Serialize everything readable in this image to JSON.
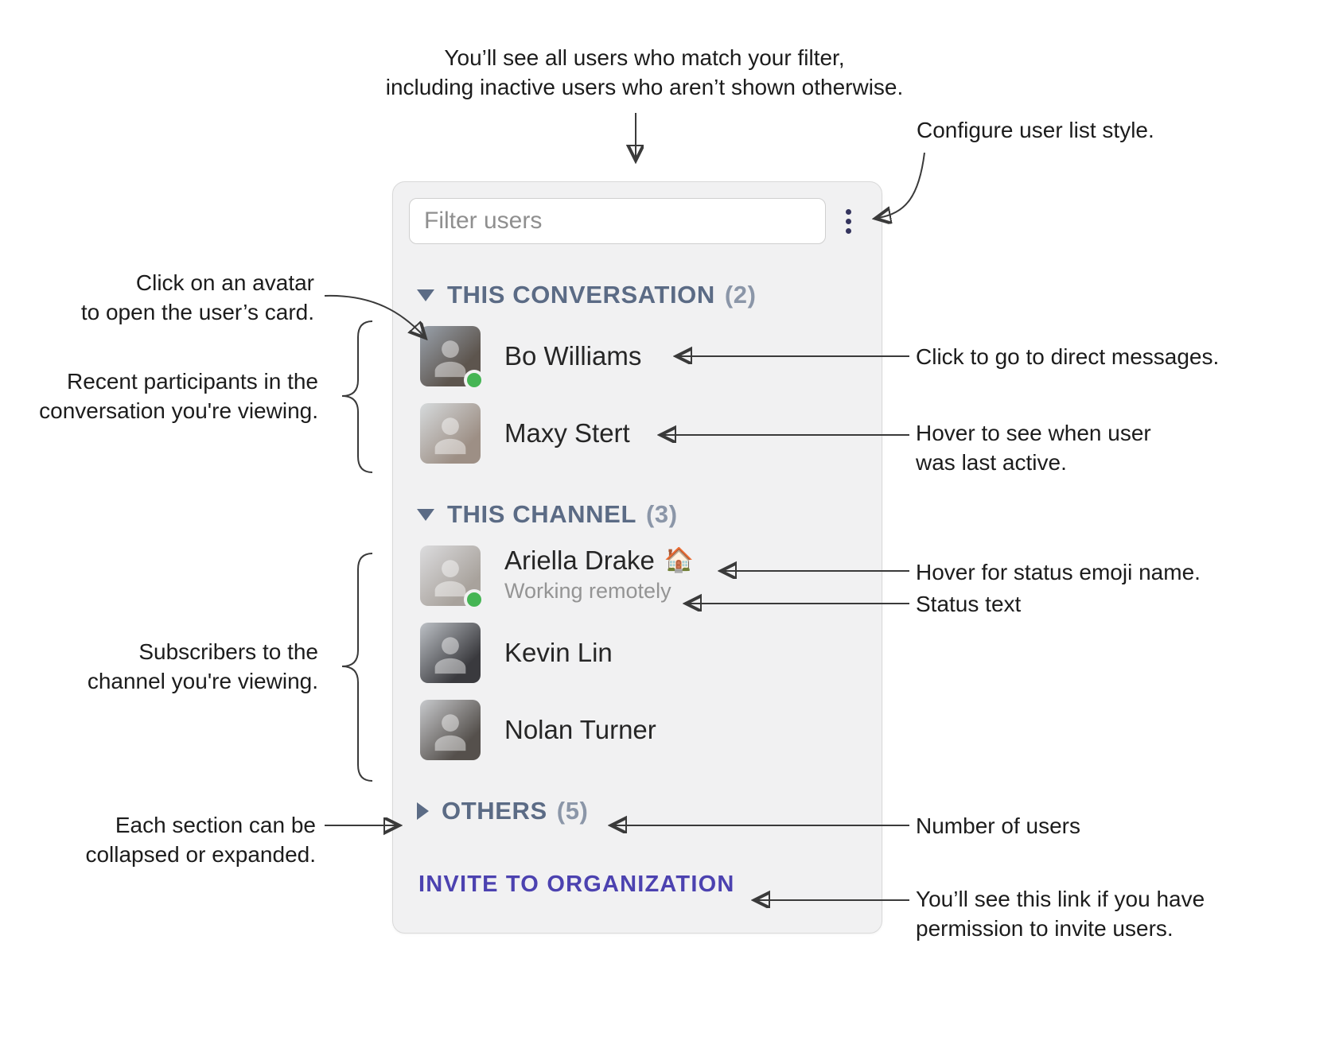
{
  "icons": {
    "kebab": "vertical-ellipsis",
    "section_expanded": "triangle-down",
    "section_collapsed": "triangle-right",
    "presence": "green-online-dot"
  },
  "colors": {
    "panel_bg": "#f1f1f2",
    "section_header": "#5b6b85",
    "section_count": "#8b96a8",
    "invite_link": "#4c42b0",
    "presence_online": "#45b554",
    "status_text": "#949494"
  },
  "panel": {
    "filter_placeholder": "Filter users",
    "sections": [
      {
        "label": "THIS CONVERSATION",
        "count": "(2)",
        "state": "expanded",
        "users": [
          {
            "name": "Bo Williams",
            "online": true
          },
          {
            "name": "Maxy Stert",
            "online": false
          }
        ]
      },
      {
        "label": "THIS CHANNEL",
        "count": "(3)",
        "state": "expanded",
        "users": [
          {
            "name": "Ariella Drake",
            "emoji": "🏠",
            "status": "Working remotely",
            "online": true
          },
          {
            "name": "Kevin Lin",
            "online": false
          },
          {
            "name": "Nolan Turner",
            "online": false
          }
        ]
      },
      {
        "label": "OTHERS",
        "count": "(5)",
        "state": "collapsed",
        "users": []
      }
    ],
    "invite_label": "INVITE TO ORGANIZATION"
  },
  "annotations": {
    "top_note": {
      "line1": "You’ll see all users who match your filter,",
      "line2": "including inactive users who aren’t shown otherwise."
    },
    "configure_note": "Configure user list style.",
    "avatar_note": {
      "line1": "Click on an avatar",
      "line2": "to open the user’s card."
    },
    "participants_note": {
      "line1": "Recent participants in the",
      "line2": "conversation you're viewing."
    },
    "dm_note": "Click to go to direct messages.",
    "last_active_note": {
      "line1": "Hover to see when user",
      "line2": "was last active."
    },
    "subscribers_note": {
      "line1": "Subscribers to the",
      "line2": "channel you're viewing."
    },
    "emoji_note": "Hover for status emoji name.",
    "status_note": "Status text",
    "collapse_note": {
      "line1": "Each section can be",
      "line2": "collapsed or expanded."
    },
    "count_note": "Number of users",
    "invite_note": {
      "line1": "You’ll see this link if you have",
      "line2": "permission to invite users."
    }
  }
}
